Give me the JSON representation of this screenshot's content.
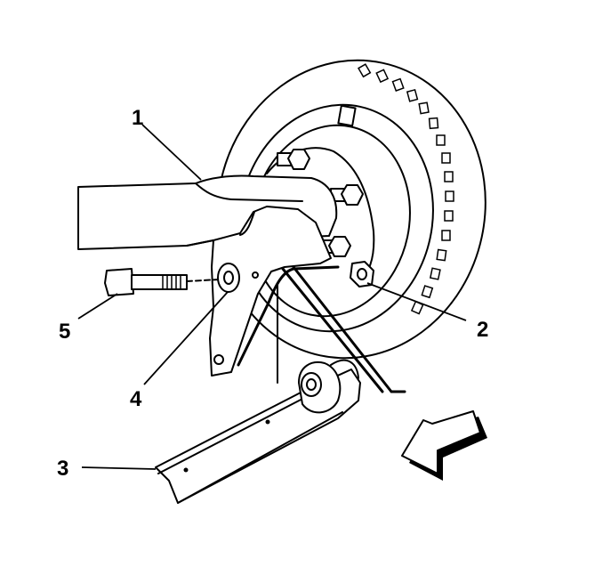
{
  "callouts": [
    {
      "id": "1",
      "text": "1"
    },
    {
      "id": "2",
      "text": "2"
    },
    {
      "id": "3",
      "text": "3"
    },
    {
      "id": "4",
      "text": "4"
    },
    {
      "id": "5",
      "text": "5"
    }
  ],
  "colors": {
    "ink": "#000000",
    "paper": "#ffffff"
  },
  "icons": {
    "direction": "arrow-left-down-icon"
  }
}
